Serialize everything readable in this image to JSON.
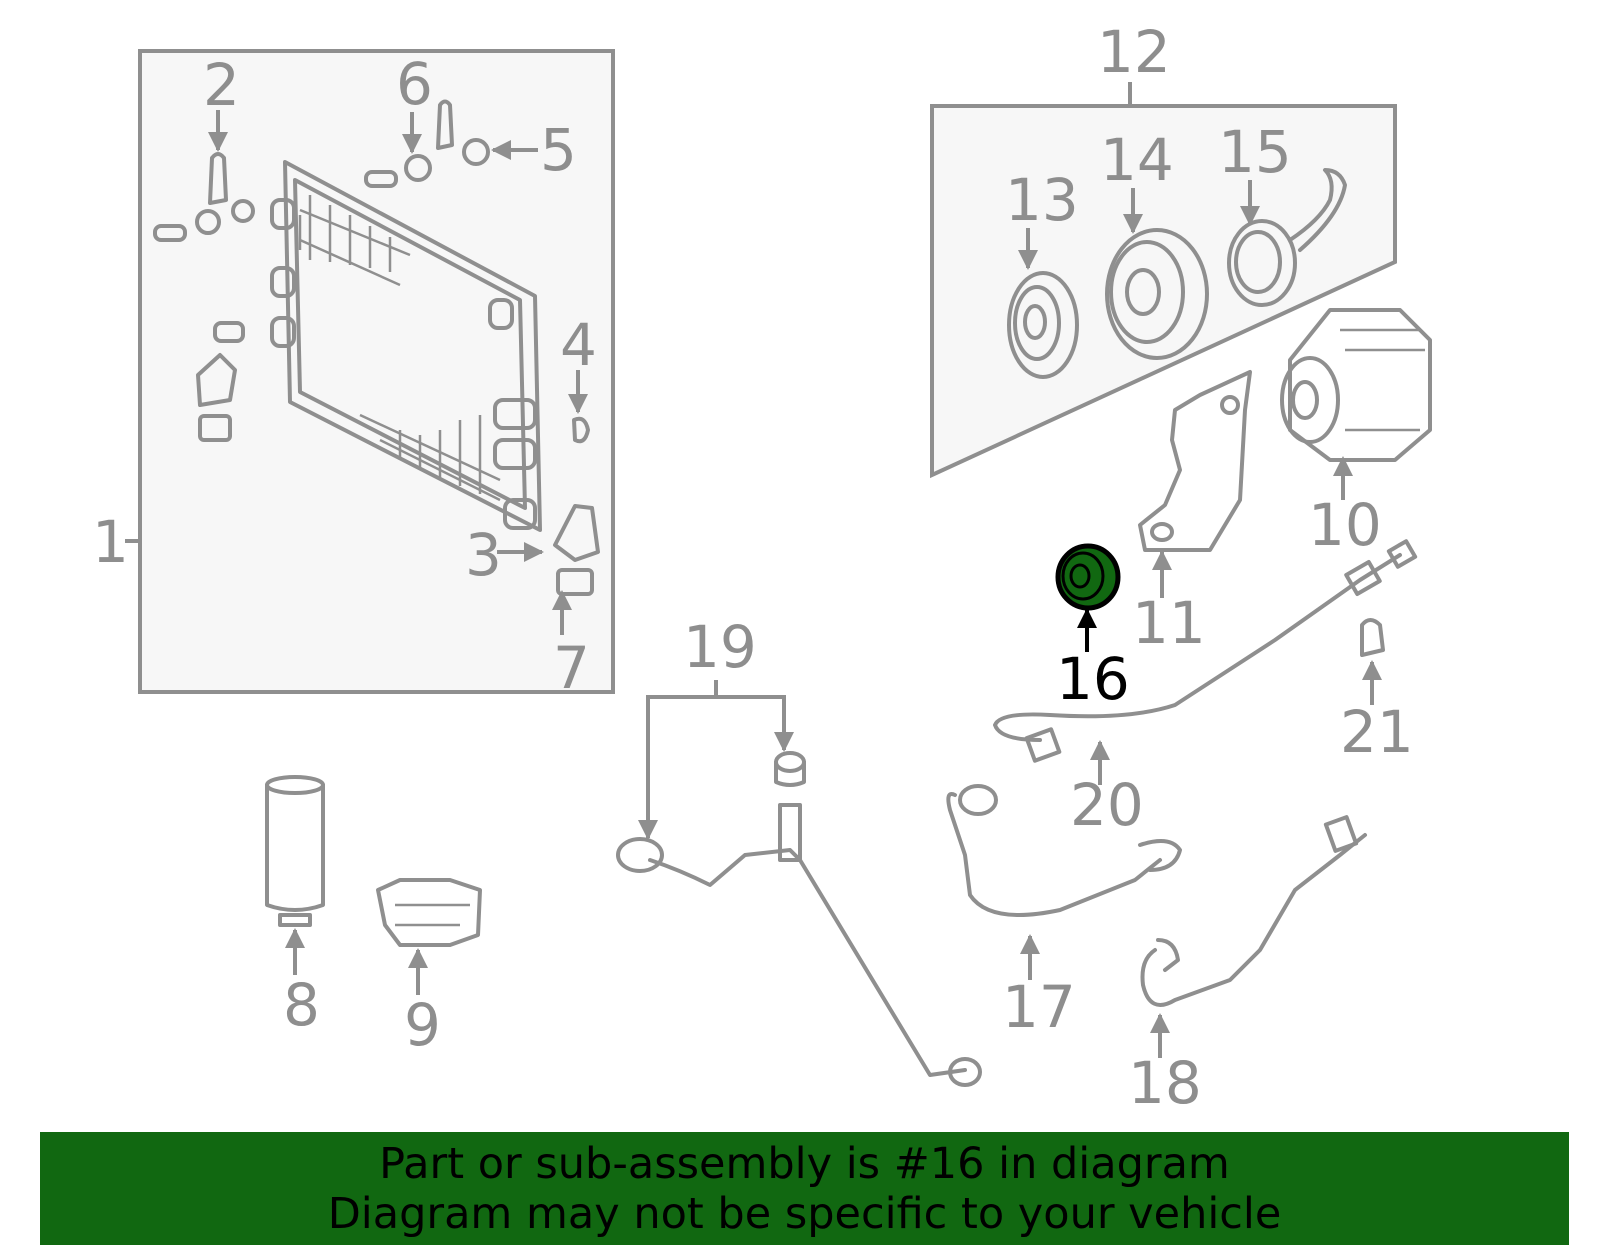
{
  "callouts": {
    "n1": "1",
    "n2": "2",
    "n3": "3",
    "n4": "4",
    "n5": "5",
    "n6": "6",
    "n7": "7",
    "n8": "8",
    "n9": "9",
    "n10": "10",
    "n11": "11",
    "n12": "12",
    "n13": "13",
    "n14": "14",
    "n15": "15",
    "n16": "16",
    "n17": "17",
    "n18": "18",
    "n19": "19",
    "n20": "20",
    "n21": "21"
  },
  "highlighted_part": "16",
  "colors": {
    "highlight": "#116811",
    "outline": "#8f8f8f",
    "text": "#000000"
  },
  "banner": {
    "line1": "Part or sub-assembly is #16 in diagram",
    "line2": "Diagram may not be specific to your vehicle"
  }
}
